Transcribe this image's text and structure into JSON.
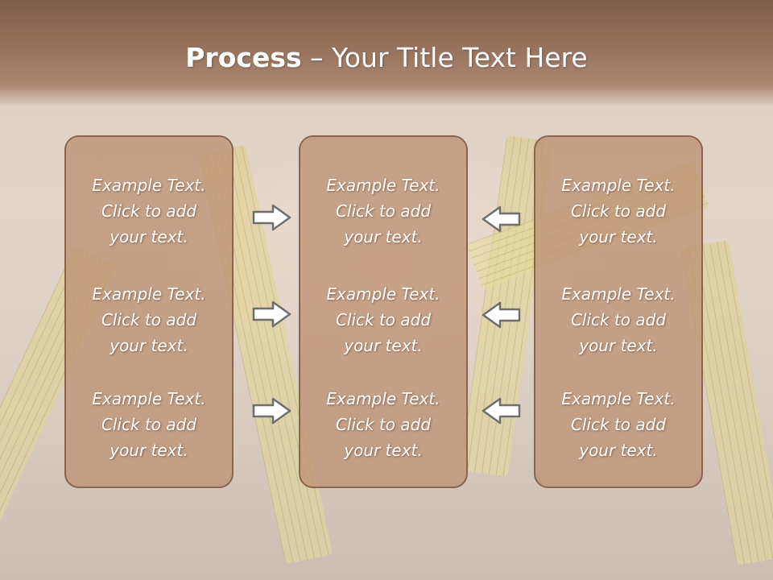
{
  "slide": {
    "title_bold": "Process",
    "title_rest": " – Your Title Text Here"
  },
  "columns": [
    {
      "items": [
        {
          "line1": "Example Text.",
          "line2": "Click  to add",
          "line3": "your text."
        },
        {
          "line1": "Example Text.",
          "line2": "Click  to add",
          "line3": "your text."
        },
        {
          "line1": "Example Text.",
          "line2": "Click  to add",
          "line3": "your text."
        }
      ]
    },
    {
      "items": [
        {
          "line1": "Example Text.",
          "line2": "Click  to add",
          "line3": "your text."
        },
        {
          "line1": "Example Text.",
          "line2": "Click  to add",
          "line3": "your text."
        },
        {
          "line1": "Example Text.",
          "line2": "Click  to add",
          "line3": "your text."
        }
      ]
    },
    {
      "items": [
        {
          "line1": "Example Text.",
          "line2": "Click  to add",
          "line3": "your text."
        },
        {
          "line1": "Example Text.",
          "line2": "Click  to add",
          "line3": "your text."
        },
        {
          "line1": "Example Text.",
          "line2": "Click  to add",
          "line3": "your text."
        }
      ]
    }
  ],
  "colors": {
    "header": "#8f6b55",
    "box_fill": "#bc9274",
    "box_border": "#8a6650",
    "arrow_fill": "#ffffff",
    "arrow_stroke": "#6e6e6e"
  },
  "icons": {
    "left_arrows": "right-arrow-icon",
    "right_arrows": "left-arrow-icon"
  }
}
